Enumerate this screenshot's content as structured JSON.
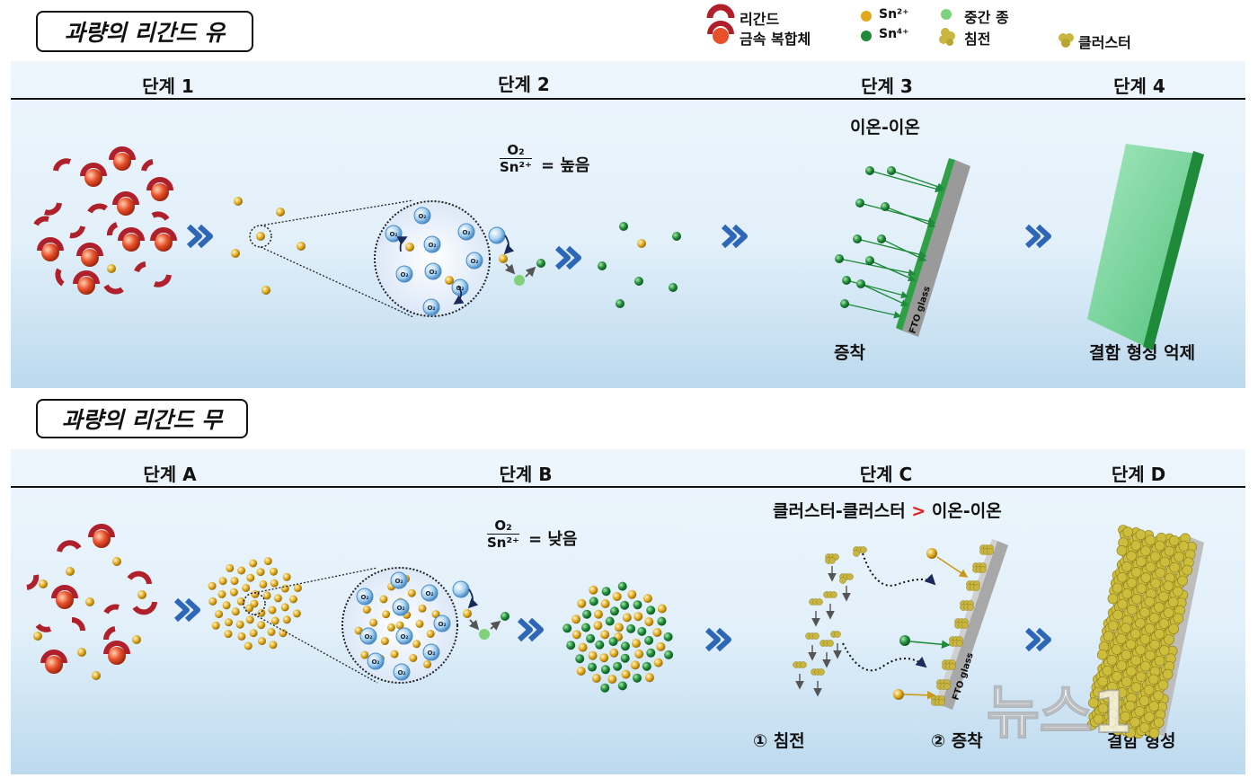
{
  "legend": {
    "ligand": "리간드",
    "metal_complex": "금속 복합체",
    "sn2": "Sn²⁺",
    "sn4": "Sn⁴⁺",
    "intermediate": "중간 종",
    "precipitate": "침전",
    "cluster": "클러스터"
  },
  "colors": {
    "ligand": "#b0202a",
    "metal": "#e8502a",
    "sn2": "#e0a91c",
    "sn4": "#1f8a3a",
    "intermediate": "#7fd27a",
    "o2": "#5aa8e0",
    "arrow": "#2f67b8",
    "film_top": "#7fd8a0",
    "film_bottom": "#c9c23a"
  },
  "top": {
    "title": "과량의 리간드 유",
    "stages": [
      "단계 1",
      "단계 2",
      "단계 3",
      "단계 4"
    ],
    "ratio_num": "O₂",
    "ratio_den": "Sn²⁺",
    "ratio_label": "= 높음",
    "stage3_label": "이온-이온",
    "deposition": "증착",
    "defect_suppression": "결함 형성 억제",
    "substrate": "FTO glass"
  },
  "bottom": {
    "title": "과량의 리간드 무",
    "stages": [
      "단계 A",
      "단계 B",
      "단계 C",
      "단계 D"
    ],
    "ratio_num": "O₂",
    "ratio_den": "Sn²⁺",
    "ratio_label": "= 낮음",
    "stageC_left": "클러스터-클러스터",
    "stageC_gt": ">",
    "stageC_right": "이온-이온",
    "precipitation": "① 침전",
    "deposition": "② 증착",
    "defect_formation": "결함 형성",
    "substrate": "FTO glass"
  },
  "o2_label": "O₂",
  "watermark": "뉴스1"
}
